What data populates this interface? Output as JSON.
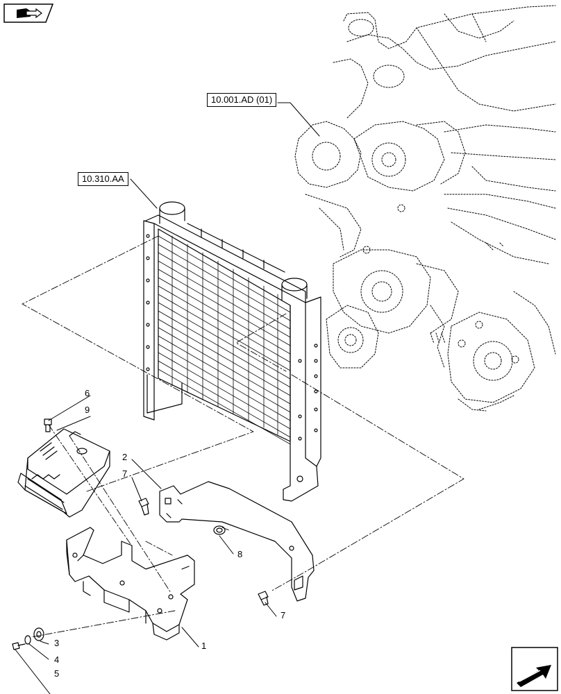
{
  "header_icon": "book-arrow-icon",
  "footer_icon": "next-page-arrow-icon",
  "references": {
    "engine": "10.001.AD (01)",
    "radiator": "10.310.AA"
  },
  "callouts": {
    "c1": "1",
    "c2": "2",
    "c3": "3",
    "c4": "4",
    "c5": "5",
    "c6": "6",
    "c7a": "7",
    "c7b": "7",
    "c8": "8",
    "c9": "9"
  },
  "colors": {
    "line": "#000000",
    "background": "#ffffff"
  }
}
